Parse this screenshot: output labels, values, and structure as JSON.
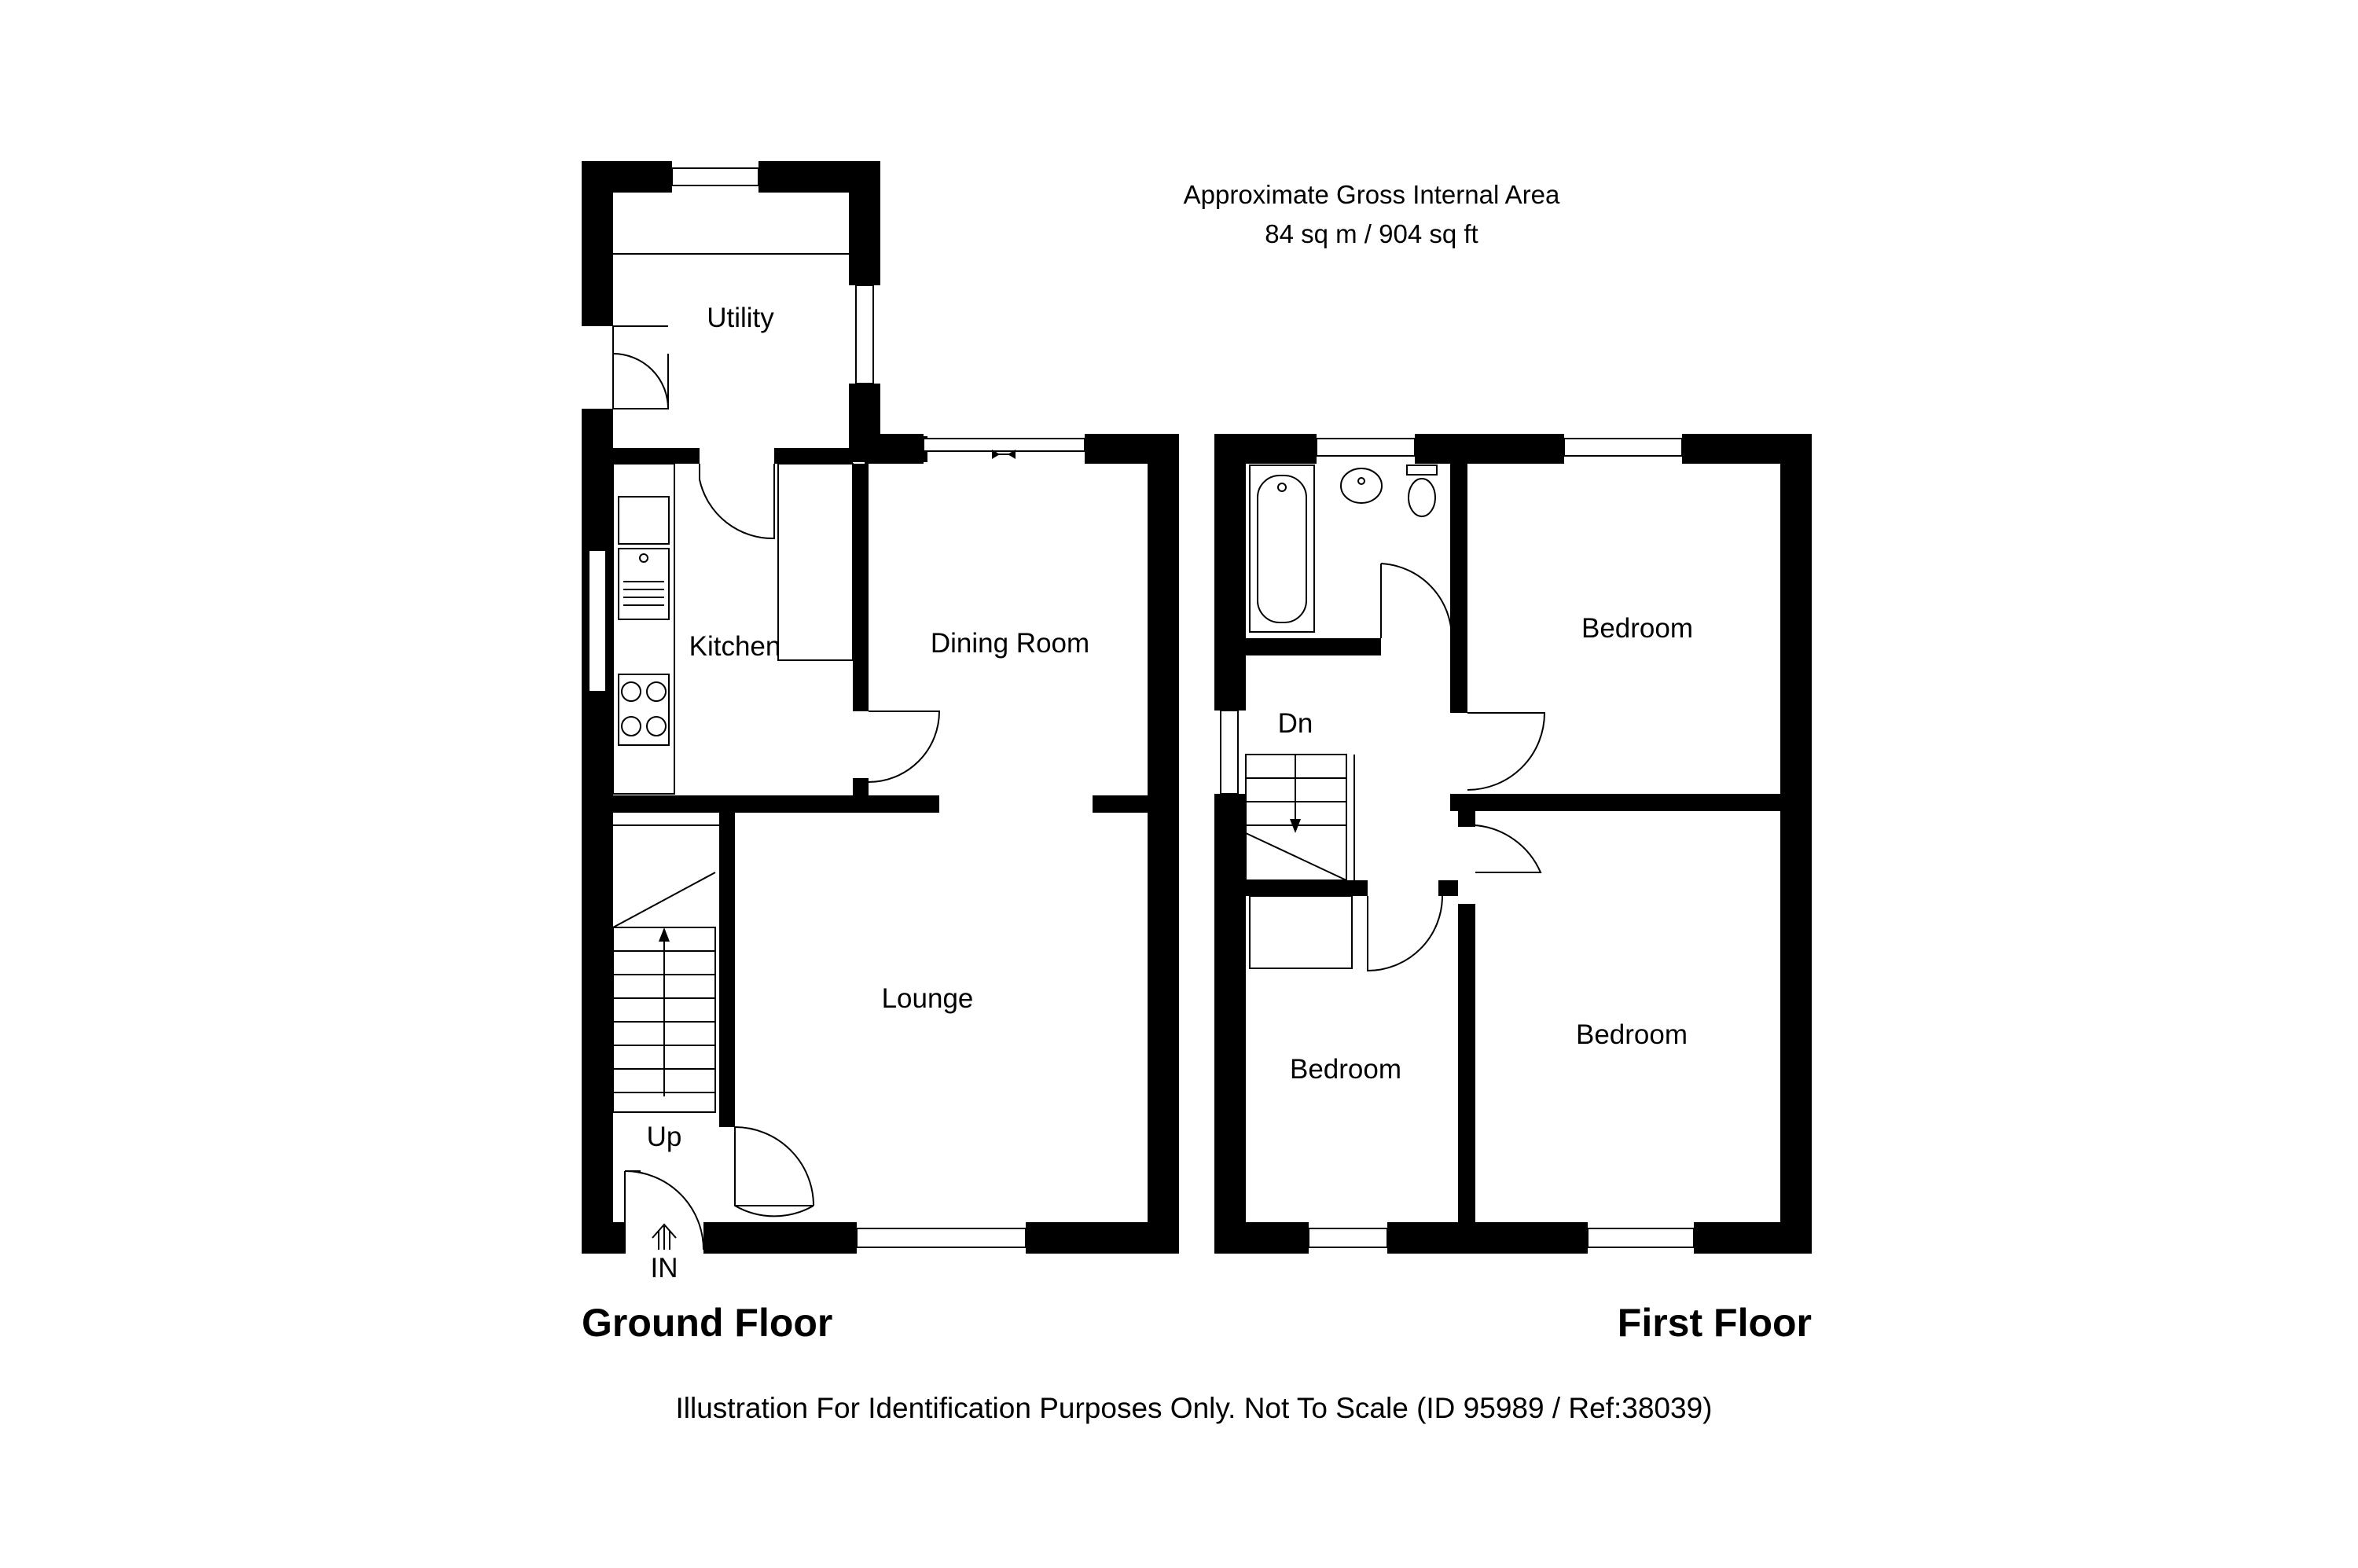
{
  "header": {
    "area_title": "Approximate Gross Internal Area",
    "area_value": "84  sq m / 904 sq ft"
  },
  "ground_floor": {
    "title": "Ground Floor",
    "rooms": {
      "utility": "Utility",
      "kitchen": "Kitchen",
      "dining_room": "Dining Room",
      "lounge": "Lounge"
    },
    "stairs_label": "Up",
    "entrance_label": "IN"
  },
  "first_floor": {
    "title": "First Floor",
    "rooms": {
      "bedroom_1": "Bedroom",
      "bedroom_2": "Bedroom",
      "bedroom_3": "Bedroom"
    },
    "stairs_label": "Dn"
  },
  "footer": {
    "disclaimer": "Illustration For Identification Purposes Only. Not To Scale (ID 95989 / Ref:38039)"
  }
}
